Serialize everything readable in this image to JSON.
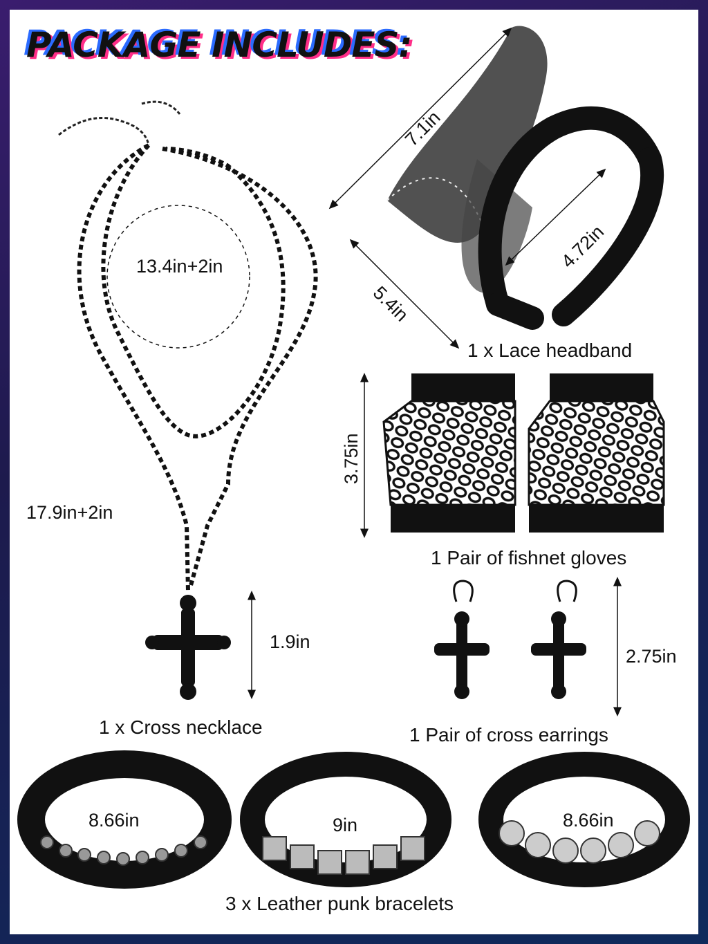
{
  "title": "PACKAGE INCLUDES:",
  "necklace": {
    "inner_length": "13.4in+2in",
    "outer_length": "17.9in+2in",
    "cross_height": "1.9in",
    "caption": "1 x Cross necklace"
  },
  "headband": {
    "bow_width": "7.1in",
    "band_width": "4.72in",
    "bow_height": "5.4in",
    "caption": "1 x Lace headband"
  },
  "gloves": {
    "height": "3.75in",
    "caption": "1 Pair of fishnet gloves"
  },
  "earrings": {
    "height": "2.75in",
    "caption": "1 Pair of cross earrings"
  },
  "bracelets": {
    "left_length": "8.66in",
    "middle_length": "9in",
    "right_length": "8.66in",
    "caption": "3 x Leather punk bracelets"
  }
}
